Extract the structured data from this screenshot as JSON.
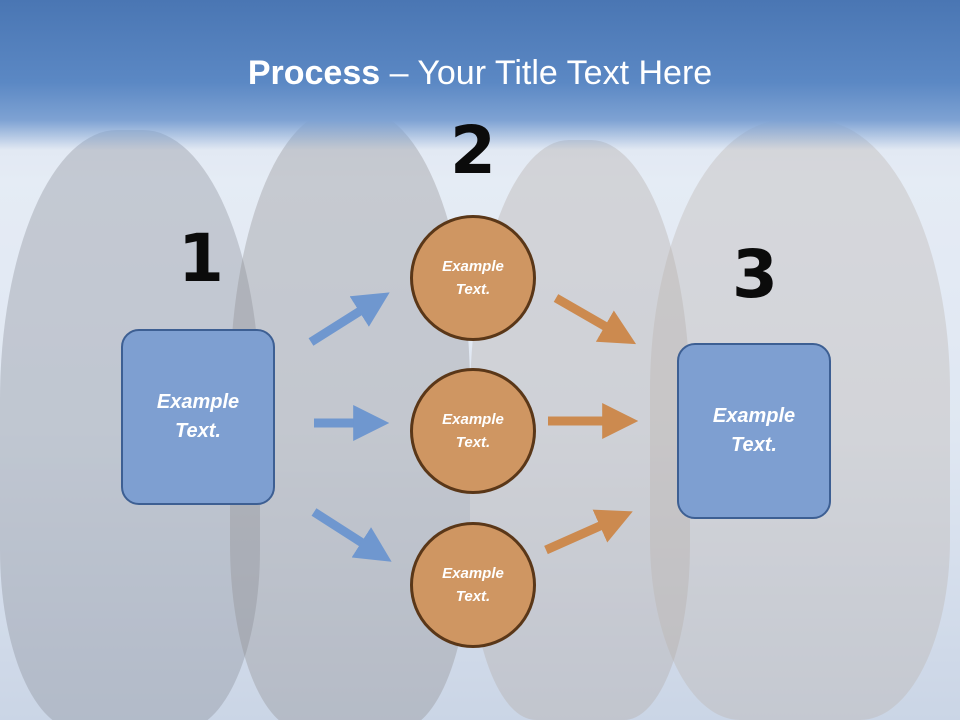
{
  "title": {
    "bold": "Process",
    "rest": " – Your Title Text Here"
  },
  "steps": {
    "one": "1",
    "two": "2",
    "three": "3"
  },
  "left_box": {
    "line1": "Example",
    "line2": "Text."
  },
  "right_box": {
    "line1": "Example",
    "line2": "Text."
  },
  "circles": [
    {
      "line1": "Example",
      "line2": "Text."
    },
    {
      "line1": "Example",
      "line2": "Text."
    },
    {
      "line1": "Example",
      "line2": "Text."
    }
  ],
  "colors": {
    "header": "#4a76b3",
    "box_fill": "#7e9fd1",
    "box_border": "#3d5f93",
    "circle_fill": "#cf9662",
    "circle_border": "#5a3718",
    "blue_arrow": "#6f97cf",
    "orange_arrow": "#cc8a4f"
  }
}
